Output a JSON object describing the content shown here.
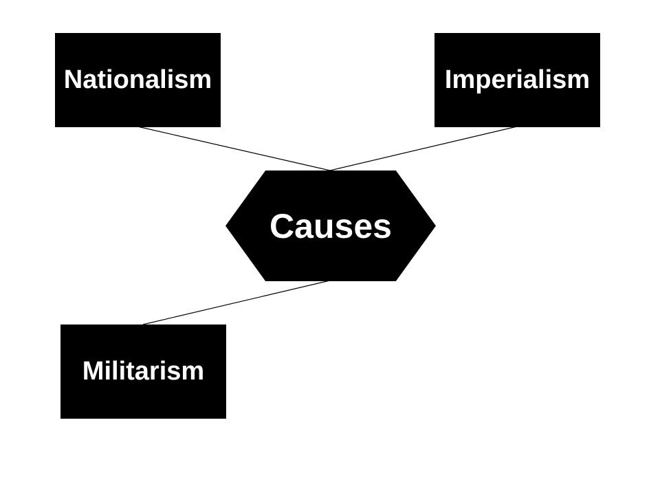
{
  "diagram": {
    "center": {
      "label": "Causes"
    },
    "nodes": [
      {
        "id": "nationalism",
        "label": "Nationalism"
      },
      {
        "id": "imperialism",
        "label": "Imperialism"
      },
      {
        "id": "militarism",
        "label": "Militarism"
      }
    ],
    "edges": [
      {
        "from": "nationalism",
        "to": "center"
      },
      {
        "from": "imperialism",
        "to": "center"
      },
      {
        "from": "center",
        "to": "militarism"
      }
    ]
  },
  "colors": {
    "background": "#ffffff",
    "shape_fill": "#000000",
    "shape_text": "#ffffff",
    "connector": "#000000"
  }
}
